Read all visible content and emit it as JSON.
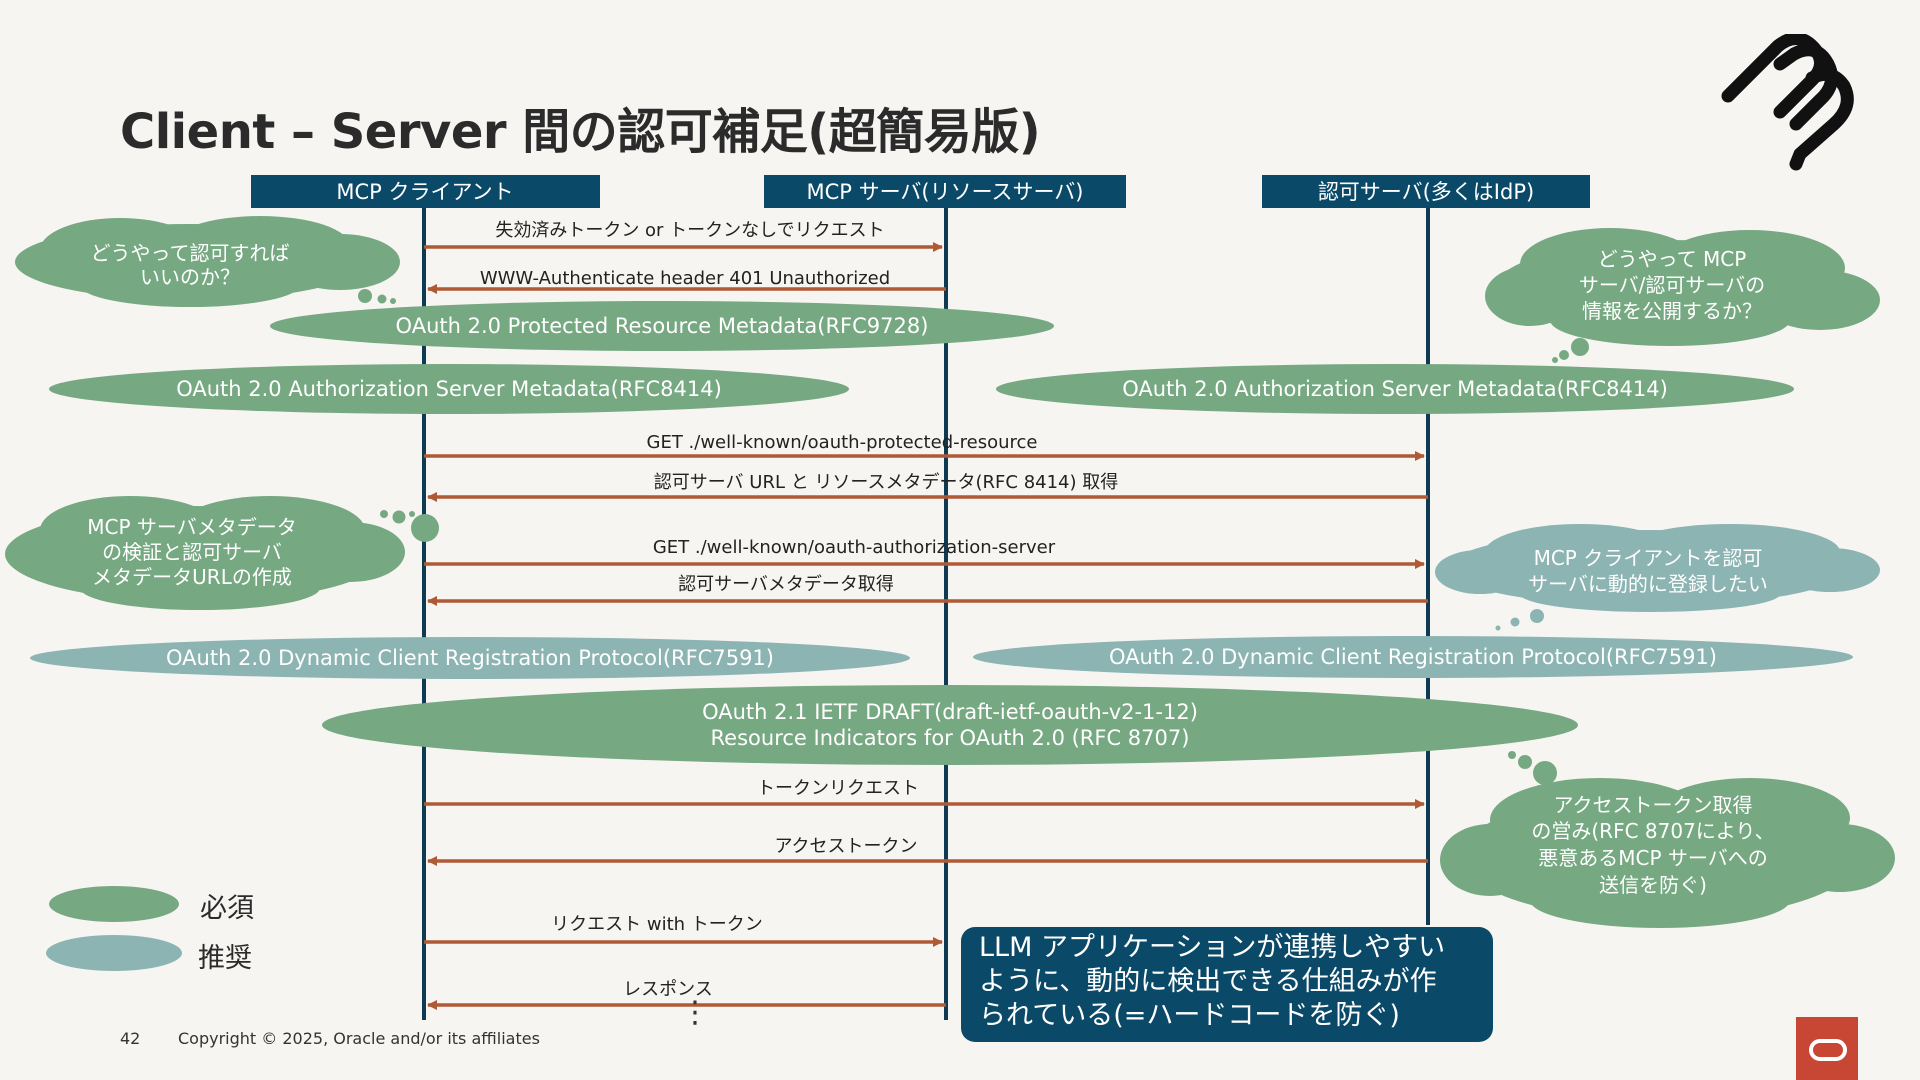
{
  "title": "Client – Server 間の認可補足(超簡易版)",
  "footer": {
    "page_number": "42",
    "copyright": "Copyright © 2025, Oracle and/or its affiliates",
    "ellipsis": "⋮"
  },
  "participants": [
    {
      "id": "client",
      "label": "MCP クライアント"
    },
    {
      "id": "server",
      "label": "MCP サーバ(リソースサーバ)"
    },
    {
      "id": "authz",
      "label": "認可サーバ(多くはIdP)"
    }
  ],
  "messages": [
    {
      "id": "m1",
      "from": "client",
      "to": "server",
      "label": "失効済みトークン or トークンなしでリクエスト"
    },
    {
      "id": "m2",
      "from": "server",
      "to": "client",
      "label": "WWW-Authenticate header 401 Unauthorized"
    },
    {
      "id": "m3",
      "from": "client",
      "to": "authz",
      "label": "GET ./well-known/oauth-protected-resource"
    },
    {
      "id": "m4",
      "from": "authz",
      "to": "client",
      "label": "認可サーバ URL と リソースメタデータ(RFC 8414) 取得"
    },
    {
      "id": "m5",
      "from": "client",
      "to": "authz",
      "label": "GET ./well-known/oauth-authorization-server"
    },
    {
      "id": "m6",
      "from": "authz",
      "to": "client",
      "label": "認可サーバメタデータ取得"
    },
    {
      "id": "m7",
      "from": "client",
      "to": "authz",
      "label": "トークンリクエスト"
    },
    {
      "id": "m8",
      "from": "authz",
      "to": "client",
      "label": "アクセストークン"
    },
    {
      "id": "m9",
      "from": "client",
      "to": "server",
      "label": "リクエスト with トークン"
    },
    {
      "id": "m10",
      "from": "server",
      "to": "client",
      "label": "レスポンス"
    }
  ],
  "specs": [
    {
      "id": "protected-resource-metadata",
      "kind": "required",
      "lines": [
        "OAuth 2.0 Protected Resource Metadata(RFC9728)"
      ]
    },
    {
      "id": "authz-server-metadata-left",
      "kind": "required",
      "lines": [
        "OAuth 2.0 Authorization Server Metadata(RFC8414)"
      ]
    },
    {
      "id": "authz-server-metadata-right",
      "kind": "required",
      "lines": [
        "OAuth 2.0 Authorization Server Metadata(RFC8414)"
      ]
    },
    {
      "id": "dcr-left",
      "kind": "recommended",
      "lines": [
        "OAuth 2.0 Dynamic Client Registration Protocol(RFC7591)"
      ]
    },
    {
      "id": "dcr-right",
      "kind": "recommended",
      "lines": [
        "OAuth 2.0 Dynamic Client Registration Protocol(RFC7591)"
      ]
    },
    {
      "id": "oauth21",
      "kind": "required",
      "lines": [
        "OAuth 2.1 IETF DRAFT(draft-ietf-oauth-v2-1-12)",
        "Resource Indicators for OAuth 2.0 (RFC 8707)"
      ]
    }
  ],
  "thoughts": [
    {
      "id": "how-to-authorize",
      "lines": [
        "どうやって認可すれば",
        "いいのか？"
      ]
    },
    {
      "id": "how-to-publish",
      "lines": [
        "どうやって MCP",
        "サーバ/認可サーバの",
        "情報を公開するか？"
      ]
    },
    {
      "id": "verify-metadata",
      "lines": [
        "MCP サーバメタデータ",
        "の検証と認可サーバ",
        "メタデータURLの作成"
      ]
    },
    {
      "id": "dynamic-registration",
      "lines": [
        "MCP クライアントを認可",
        "サーバに動的に登録したい"
      ]
    },
    {
      "id": "token-acquisition",
      "lines": [
        "アクセストークン取得",
        "の営み(RFC 8707により、",
        "悪意あるMCP サーバへの",
        "送信を防ぐ)"
      ]
    }
  ],
  "legend": [
    {
      "kind": "required",
      "label": "必須"
    },
    {
      "kind": "recommended",
      "label": "推奨"
    }
  ],
  "note": {
    "lines": [
      "LLM アプリケーションが連携しやすい",
      "ように、動的に検出できる仕組みが作",
      "られている(=ハードコードを防ぐ)"
    ]
  },
  "colors": {
    "header_bg": "#0a4a68",
    "lifeline": "#0e3a52",
    "arrow": "#b05a35",
    "required": "#76a882",
    "recommended": "#8cb4b3",
    "oracle_red": "#c74634"
  }
}
